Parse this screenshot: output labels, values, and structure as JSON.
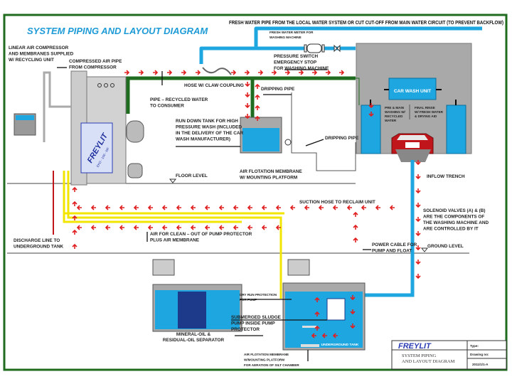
{
  "title": "SYSTEM PIPING AND LAYOUT DIAGRAM",
  "colors": {
    "border": "#1f6b1f",
    "fresh_water": "#1ea6e0",
    "recycled_pipe": "#1f6b1f",
    "flow_arrows": "#e02020",
    "air_pipe": "#f2e600",
    "tank_gray": "#a8a8a8",
    "car": "#c0161b"
  },
  "labels": {
    "fresh_water_pipe": [
      "FRESH WATER PIPE FROM THE LOCAL WATER SYSTEM OR CUT CUT-OFF FROM MAIN WATER CIRCUIT (TO PREVENT BACKFLOW)"
    ],
    "water_meter": [
      "FRESH WATER METER FOR",
      "WASHING MACHINE"
    ],
    "linear_compressor": [
      "LINEAR AIR COMPRESSOR",
      "AND MEMBRANES SUPPLIED",
      "W/ RECYCLING UNIT"
    ],
    "compressed_air": [
      "COMPRESSED AIR PIPE",
      "FROM COMPRESSOR"
    ],
    "pressure_switch": [
      "PRESSURE SWITCH",
      "EMERGENCY STOP",
      "FOR WASHING MACHINE"
    ],
    "hose": [
      "HOSE W/ CLAW COUPLING"
    ],
    "dripping_pipe_1": [
      "DRIPPING PIPE"
    ],
    "pipe_recycled": [
      "PIPE – RECYCLED WATER",
      "TO CONSUMER"
    ],
    "run_down_tank": [
      "RUN DOWN TANK FOR HIGH",
      "PRESSURE WASH (INCLUDED",
      "IN THE DELIVERY OF THE CAR",
      "WASH MANUFACTURER)"
    ],
    "dripping_pipe_2": [
      "DRIPPING PIPE"
    ],
    "floor_level": [
      "FLOOR LEVEL"
    ],
    "air_flotation": [
      "AIR FLOTATION MEMBRANE",
      "W/ MOUNTING PLATFORM"
    ],
    "inflow_trench": [
      "INFLOW TRENCH"
    ],
    "suction_hose": [
      "SUCTION HOSE TO RECLAIM UNIT"
    ],
    "solenoid": [
      "SOLENOID VALVES (A) & (B)",
      "ARE THE COMPONENTS OF",
      "THE WASHING  MACHINE AND",
      "ARE CONTROLLED BY IT"
    ],
    "air_for_clean": [
      "AIR FOR CLEAN – OUT OF PUMP PROTECTOR",
      "PLUS AIR MEMBRANE"
    ],
    "discharge_line": [
      "DISCHARGE LINE TO",
      "UNDERGROUND TANK"
    ],
    "power_cable": [
      "POWER CABLE FOR",
      "PUMP AND FLOAT"
    ],
    "ground_level": [
      "GROUND LEVEL"
    ],
    "dry_run": [
      "DRY RUN PROTECTION",
      "FOR PUMP"
    ],
    "submerged_pump": [
      "SUBMERGED SLUDGE",
      "PUMP INSIDE PUMP",
      "PROTECTOR"
    ],
    "separator": [
      "MINERAL-OIL &",
      "RESIDUAL-OIL SEPARATOR"
    ],
    "air_flotation_silt": [
      "AIR FLOTATION MEMBRANE",
      "W/MOUNTING PLATFORM",
      "FOR AERATION OF SILT CHAMBER"
    ],
    "underground_tank": [
      "UNDERGROUND TANK"
    ],
    "car_wash_unit": [
      "CAR WASH UNIT"
    ],
    "pre_main": [
      "PRE & MAIN",
      "WASHING W/",
      "RECYCLED",
      "WATER"
    ],
    "final_rinse": [
      "FINAL RINSE",
      "W/ FRESH WATER",
      "& DRYING AID"
    ]
  },
  "machine": {
    "brand": "FREYLIT",
    "model": "EKO - 100 - MF"
  },
  "title_block": {
    "logo": "FREYLIT",
    "drawing_title": [
      "SYSTEM PIPING",
      "AND LAYOUT DIAGRAM"
    ],
    "type_label": "Type:",
    "drawing_no_label": "Drawing no:",
    "drawing_no": "2011/1/1-A"
  }
}
